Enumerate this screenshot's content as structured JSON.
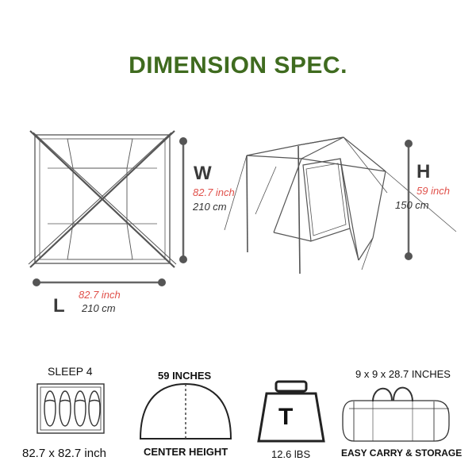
{
  "title": "DIMENSION SPEC.",
  "top_view": {
    "width_letter": "W",
    "width_inch": "82.7 inch",
    "width_cm": "210 cm",
    "length_letter": "L",
    "length_inch": "82.7 inch",
    "length_cm": "210 cm"
  },
  "side_view": {
    "height_letter": "H",
    "height_inch": "59 inch",
    "height_cm": "150 cm"
  },
  "features": {
    "sleep_label": "SLEEP 4",
    "sleep_size": "82.7 x 82.7 inch",
    "center_height_value": "59 INCHES",
    "center_height_label": "CENTER HEIGHT",
    "weight_letter": "T",
    "weight_value": "12.6 lBS",
    "bag_size": "9 x 9 x 28.7 INCHES",
    "bag_label": "EASY CARRY & STORAGE"
  },
  "colors": {
    "title": "#3f6b1f",
    "inch": "#e0504a",
    "line": "#555555"
  }
}
